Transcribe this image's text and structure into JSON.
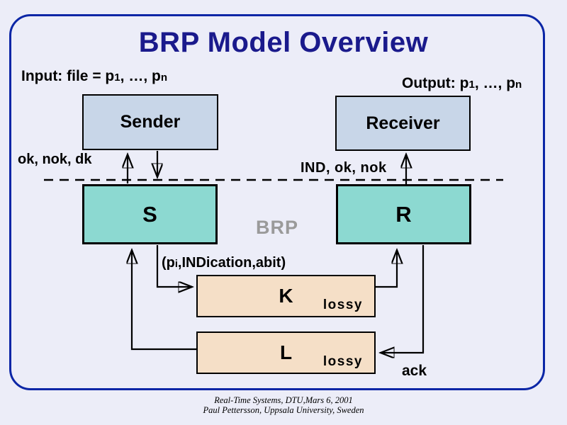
{
  "colors": {
    "background": "#ECEDF8",
    "frame_border": "#0B26A6",
    "title": "#1A1A8C",
    "box_blue": "#C8D6E8",
    "box_teal": "#8CD9D1",
    "box_peach": "#F5DFC7",
    "brp_gray": "#9A9A9A"
  },
  "title": "BRP Model Overview",
  "labels": {
    "input": {
      "pre": "Input: file = p",
      "sub1": "1",
      "mid": ", …, p",
      "sub2": "n"
    },
    "output": {
      "pre": "Output: p",
      "sub1": "1",
      "mid": ", …, p",
      "sub2": "n"
    },
    "ok_nok_dk": "ok, nok, dk",
    "ind_ok_nok": "IND, ok, nok",
    "brp": "BRP",
    "tuple": {
      "pre": "(p",
      "sub": "i",
      "post": ",INDication,abit)"
    },
    "ack": "ack",
    "lossy": "lossy"
  },
  "boxes": {
    "sender": "Sender",
    "receiver": "Receiver",
    "s": "S",
    "r": "R",
    "k": "K",
    "l": "L"
  },
  "footer": {
    "line1": "Real-Time Systems, DTU,Mars 6, 2001",
    "line2": "Paul Pettersson, Uppsala University, Sweden"
  }
}
